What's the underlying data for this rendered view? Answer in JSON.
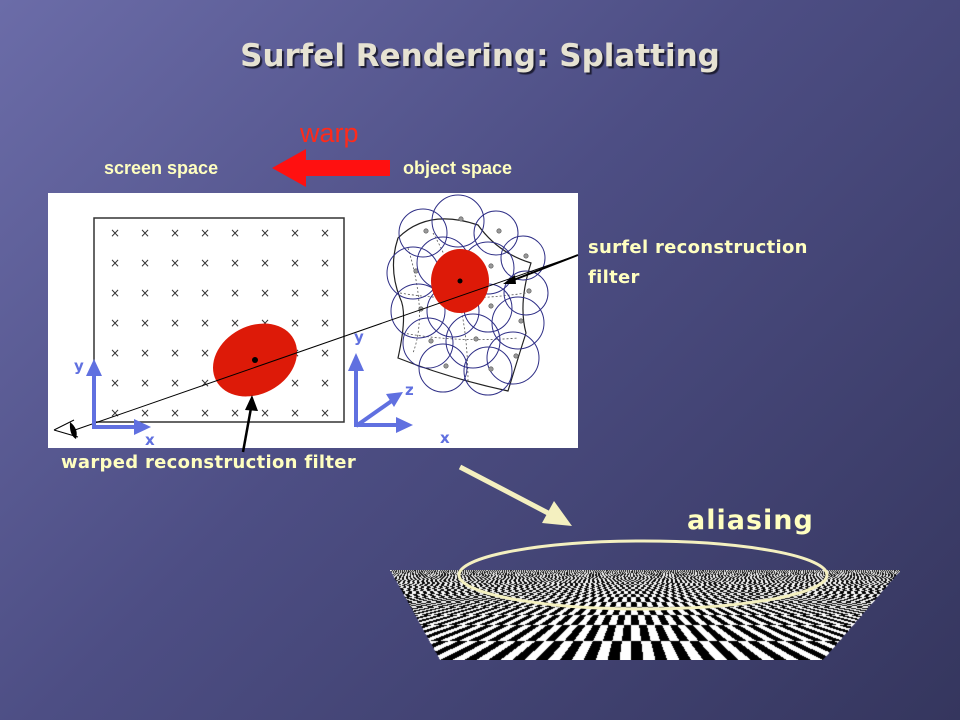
{
  "title": "Surfel Rendering: Splatting",
  "warp_label": "warp",
  "screen_space_label": "screen space",
  "object_space_label": "object space",
  "surfel_filter_label": "surfel reconstruction filter",
  "warped_filter_label": "warped reconstruction filter",
  "aliasing_label": "aliasing",
  "axes": {
    "screen": {
      "x": "x",
      "y": "y"
    },
    "object": {
      "x": "x",
      "y": "y",
      "z": "z"
    }
  },
  "colors": {
    "arrow_red": "#ff1010",
    "splat_red": "#dd1a08",
    "axis_blue": "#6070e0",
    "label_yellow": "#ffffc0",
    "circle_navy": "#2e2e86"
  },
  "icons": {
    "grid_mark": "cross",
    "eye": "eye-icon"
  }
}
